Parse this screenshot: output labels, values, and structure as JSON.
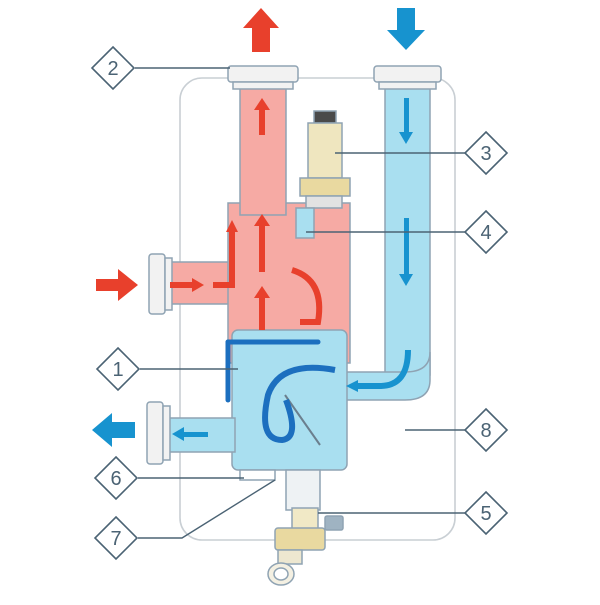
{
  "colors": {
    "hot_fill": "#f6aaa4",
    "hot_arrow": "#e8402c",
    "cold_fill": "#a9dff0",
    "cold_arrow": "#1793cf",
    "outline": "#8fa3b3",
    "callout": "#4b6374",
    "casing": "#c9cfd4"
  },
  "callouts": [
    {
      "number": "1",
      "part": "separator-chamber"
    },
    {
      "number": "2",
      "part": "hot-outlet-fitting"
    },
    {
      "number": "3",
      "part": "air-vent-valve"
    },
    {
      "number": "4",
      "part": "valve-connector"
    },
    {
      "number": "5",
      "part": "drain-valve"
    },
    {
      "number": "6",
      "part": "magnet-insert"
    },
    {
      "number": "7",
      "part": "sludge-collector"
    },
    {
      "number": "8",
      "part": "insulation-shell"
    }
  ],
  "flows": [
    {
      "name": "hot-supply-in",
      "direction": "right",
      "color": "hot_arrow"
    },
    {
      "name": "hot-outlet-top",
      "direction": "up",
      "color": "hot_arrow"
    },
    {
      "name": "cold-return-top",
      "direction": "down",
      "color": "cold_arrow"
    },
    {
      "name": "cold-return-out",
      "direction": "left",
      "color": "cold_arrow"
    }
  ],
  "icons": [
    "arrow-right-icon",
    "arrow-up-icon",
    "arrow-down-icon",
    "arrow-left-icon"
  ]
}
